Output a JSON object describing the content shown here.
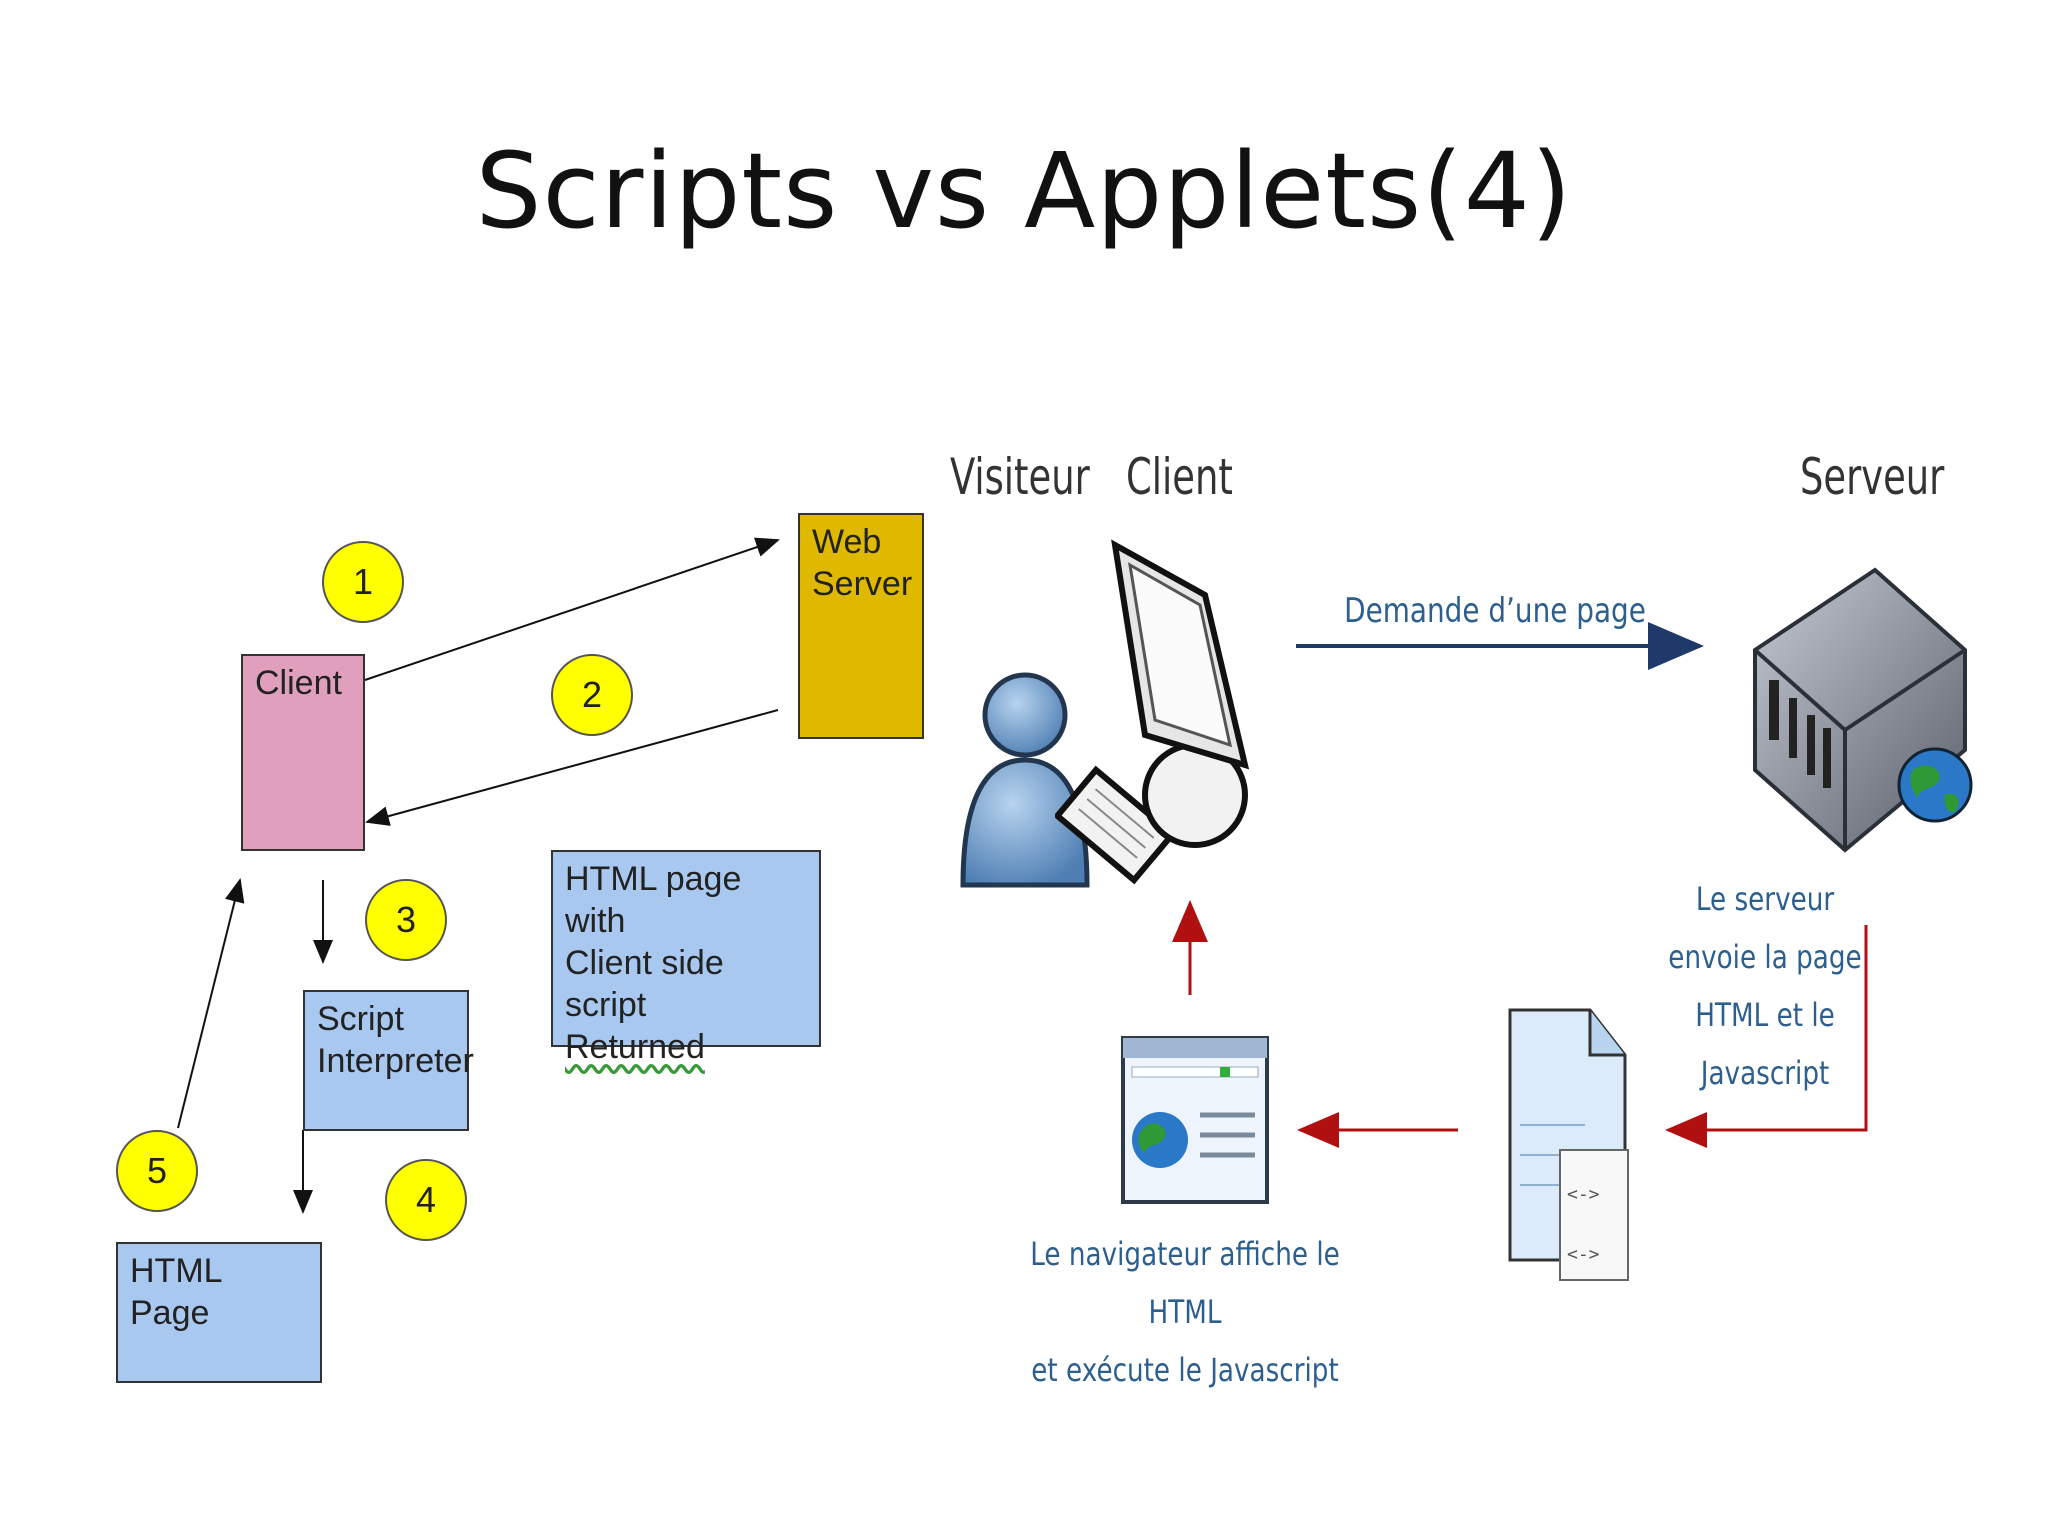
{
  "slide": {
    "title": "Scripts vs Applets(4)"
  },
  "left_diagram": {
    "client_label": "Client",
    "web_server_label": "Web Server",
    "script_interpreter_label": "Script Interpreter",
    "html_page_label": "HTML Page",
    "returned_note": {
      "line1": "HTML page with",
      "line2": "Client side script",
      "line3": "Returned"
    },
    "steps": [
      "1",
      "2",
      "3",
      "4",
      "5"
    ],
    "colors": {
      "client": "#e0a0bd",
      "web_server": "#dfb900",
      "blue_box": "#a8c8f0",
      "step_circle": "#ffff00"
    }
  },
  "right_diagram": {
    "visiteur_label": "Visiteur",
    "client_label": "Client",
    "serveur_label": "Serveur",
    "request_label": "Demande d’une page",
    "server_sends": {
      "line1": "Le serveur",
      "line2": "envoie la page",
      "line3": "HTML et le",
      "line4": "Javascript"
    },
    "browser_text": {
      "line1": "Le navigateur affiche le HTML",
      "line2": "et exécute le Javascript"
    },
    "icons": [
      "user-icon",
      "monitor-icon",
      "keyboard-icon",
      "server-icon",
      "globe-icon",
      "document-icon",
      "browser-window-icon"
    ],
    "colors": {
      "request_arrow": "#1f3a68",
      "response_arrow": "#b01010",
      "label_text": "#2d5f8e"
    }
  }
}
